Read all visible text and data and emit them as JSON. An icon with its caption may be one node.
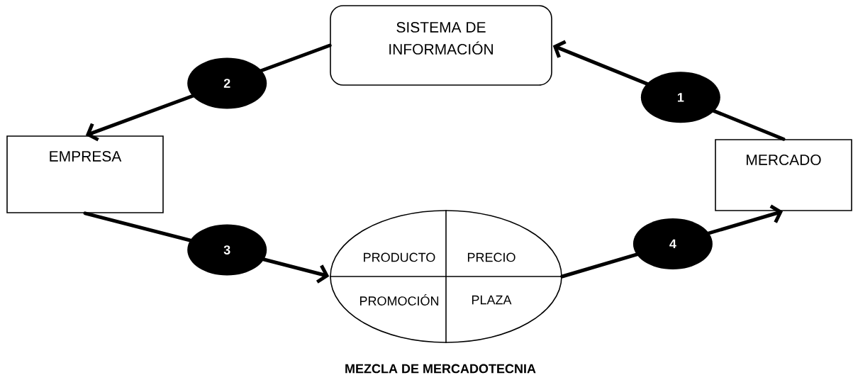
{
  "diagram": {
    "nodes": [
      {
        "text": [
          "SISTEMA DE INFORMACIÓN"
        ]
      },
      {
        "text": [
          "EMPRESA"
        ]
      },
      {
        "text": [
          "MERCADO"
        ]
      },
      {
        "text": [
          "PRODUCTO",
          "PRECIO",
          "PROMOCIÓN",
          "PLAZA"
        ]
      }
    ],
    "edges": [
      {
        "from": 2,
        "to": 0,
        "arrow": "to",
        "label": "1"
      },
      {
        "from": 0,
        "to": 1,
        "arrow": "to",
        "label": "2"
      },
      {
        "from": 1,
        "to": 3,
        "arrow": "to",
        "label": "3"
      },
      {
        "from": 3,
        "to": 2,
        "arrow": "to",
        "label": "4"
      }
    ],
    "caption": "MEZCLA DE MERCADOTECNIA"
  }
}
